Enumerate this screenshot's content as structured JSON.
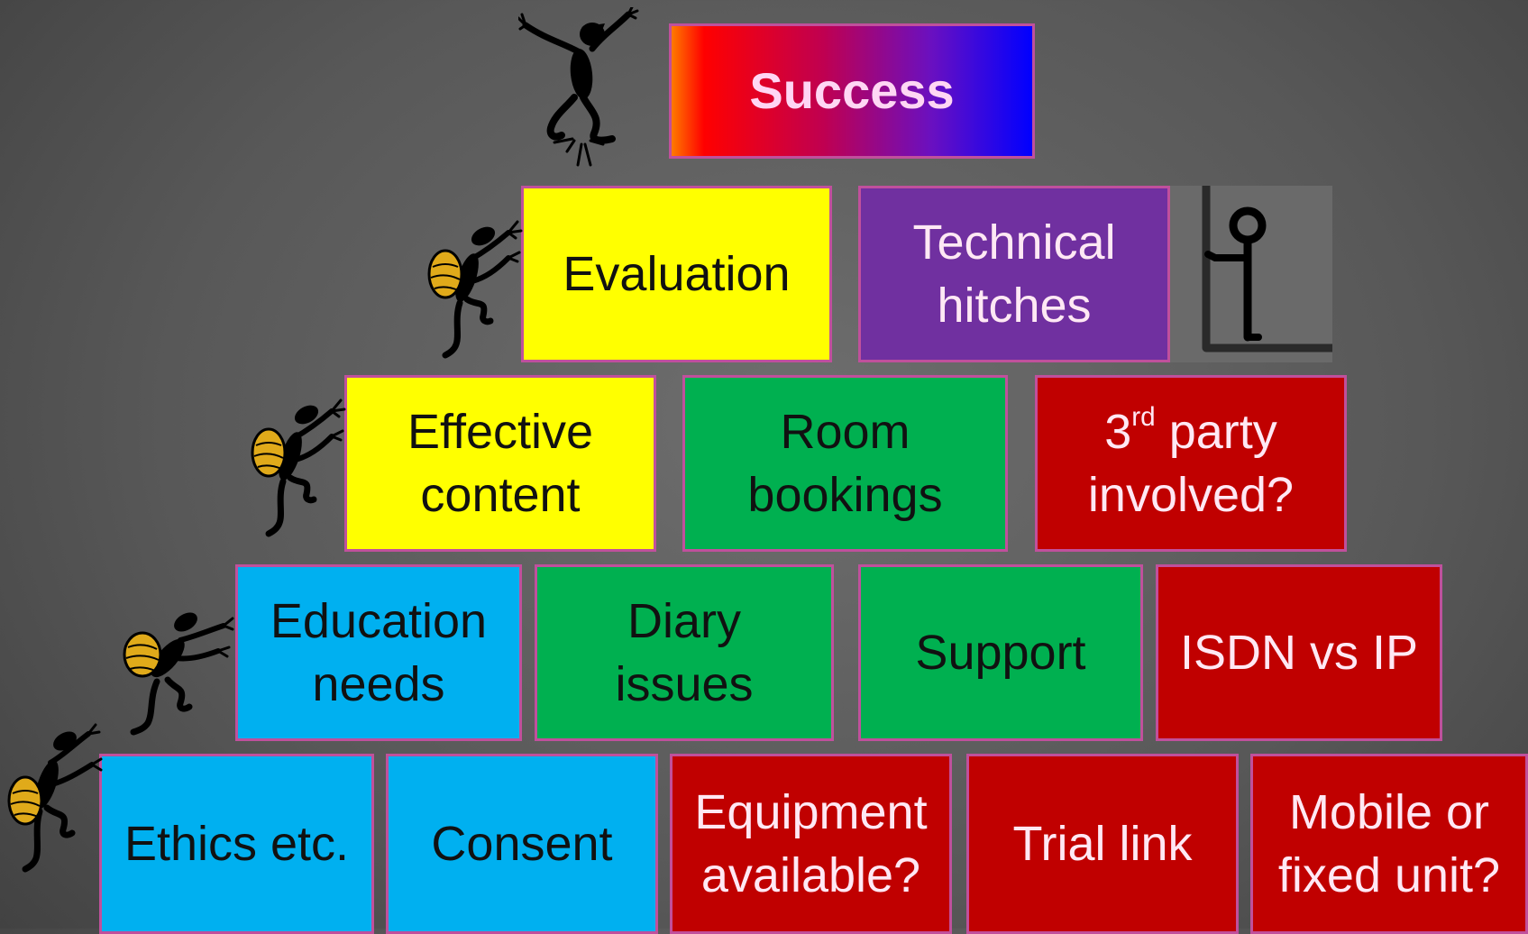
{
  "pyramid": {
    "top": {
      "label": "Success"
    },
    "row2": [
      {
        "label": "Evaluation"
      },
      {
        "label": "Technical\nhitches"
      }
    ],
    "row3": [
      {
        "label": "Effective\ncontent"
      },
      {
        "label": "Room\nbookings"
      },
      {
        "label_main": "3",
        "label_sup": "rd",
        "label_rest": " party\ninvolved?"
      }
    ],
    "row4": [
      {
        "label": "Education\nneeds"
      },
      {
        "label": "Diary\nissues"
      },
      {
        "label": "Support"
      },
      {
        "label": "ISDN vs IP"
      }
    ],
    "row5": [
      {
        "label": "Ethics etc."
      },
      {
        "label": "Consent"
      },
      {
        "label": "Equipment\navailable?"
      },
      {
        "label": "Trial link"
      },
      {
        "label": "Mobile or\nfixed unit?"
      }
    ]
  },
  "colors": {
    "border": "#c0509c",
    "yellow": "#ffff00",
    "green": "#00b050",
    "cyan": "#00b0f0",
    "red": "#c00000",
    "purple": "#7030a0"
  },
  "icons": [
    "celebrating-figure-icon",
    "climber-icon",
    "hangman-icon"
  ]
}
